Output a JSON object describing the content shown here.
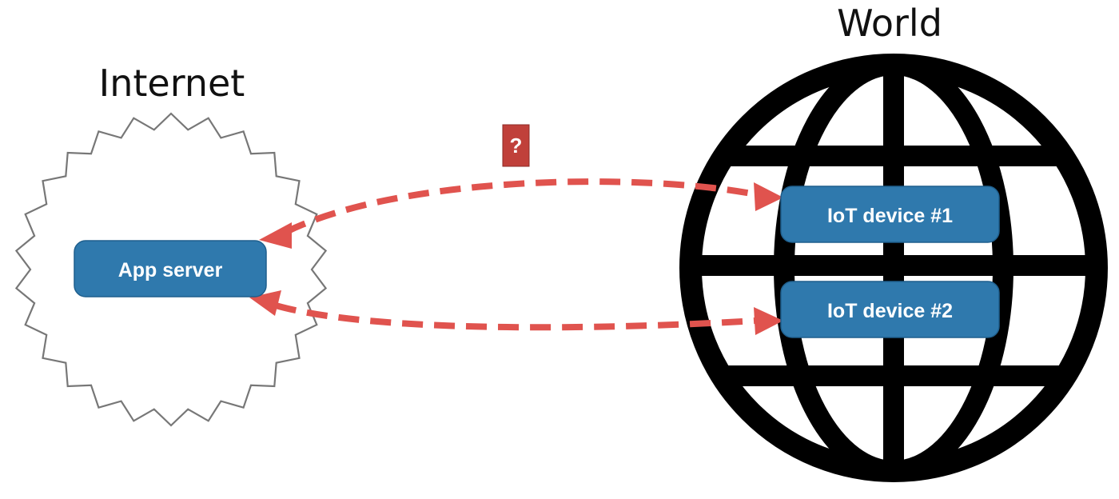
{
  "labels": {
    "internet": "Internet",
    "world": "World"
  },
  "nodes": {
    "app_server": "App server",
    "device_1": "IoT device #1",
    "device_2": "IoT device #2"
  },
  "badge": {
    "text": "?"
  },
  "colors": {
    "node_fill": "#2f79ad",
    "node_stroke": "#1f5f8d",
    "arrow": "#e0534e",
    "badge_fill": "#c0403a",
    "globe": "#000000",
    "cloud_stroke": "#777777"
  }
}
